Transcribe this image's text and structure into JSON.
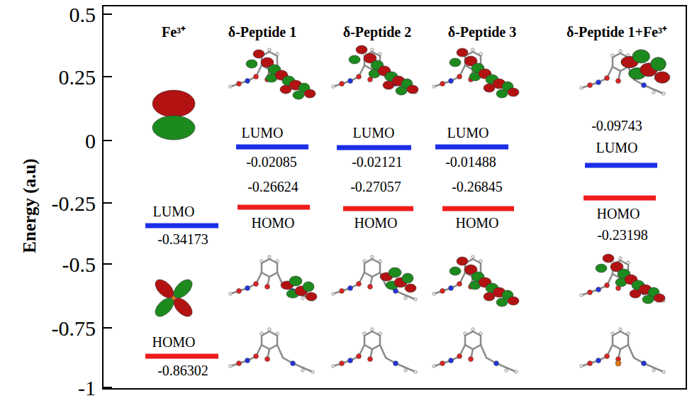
{
  "diagram": {
    "labels": [
      "0.5",
      "0.25",
      "0",
      "-0.25",
      "-0.5",
      "-0.75",
      "-1",
      "Energy (a.u)",
      "Fe³⁺",
      "δ-Peptide 1",
      "δ-Peptide 2",
      "δ-Peptide 3",
      "δ-Peptide 1+Fe³⁺",
      "LUMO",
      "-0.34173",
      "HOMO",
      "-0.86302",
      "LUMO",
      "-0.02085",
      "-0.26624",
      "HOMO",
      "LUMO",
      "-0.02121",
      "-0.27057",
      "HOMO",
      "LUMO",
      "-0.01488",
      "-0.26845",
      "HOMO",
      "-0.09743",
      "LUMO",
      "HOMO",
      "-0.23198"
    ]
  }
}
